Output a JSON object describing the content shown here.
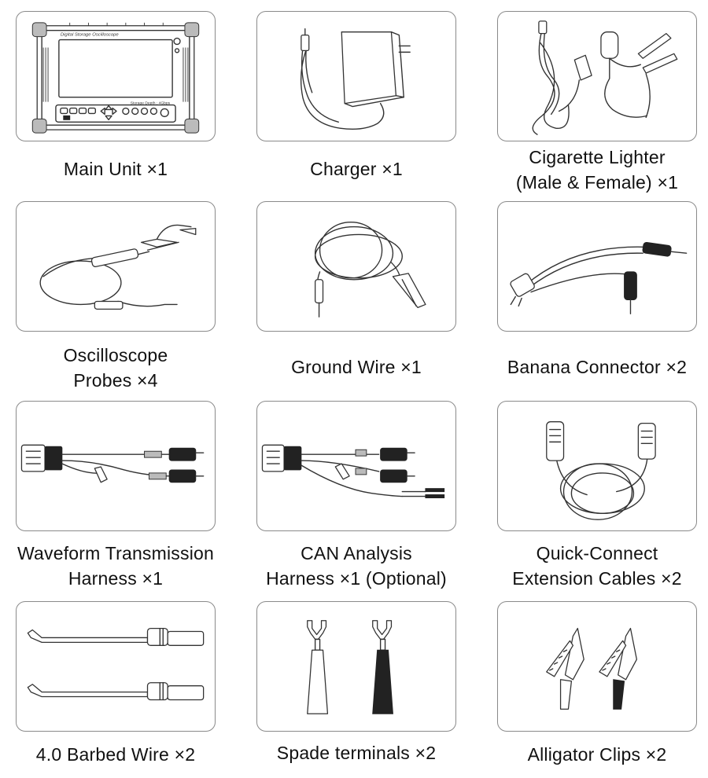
{
  "items": [
    {
      "icon": "oscilloscope-main-unit-icon",
      "lines": [
        "Main Unit ×1"
      ]
    },
    {
      "icon": "charger-icon",
      "lines": [
        "Charger ×1"
      ]
    },
    {
      "icon": "cigarette-lighter-cable-icon",
      "lines": [
        "Cigarette Lighter",
        "(Male & Female) ×1"
      ]
    },
    {
      "icon": "oscilloscope-probe-icon",
      "lines": [
        "Oscilloscope",
        "Probes ×4"
      ]
    },
    {
      "icon": "ground-wire-icon",
      "lines": [
        "Ground Wire ×1"
      ]
    },
    {
      "icon": "banana-connector-icon",
      "lines": [
        "Banana Connector ×2"
      ]
    },
    {
      "icon": "waveform-harness-icon",
      "lines": [
        "Waveform Transmission",
        "Harness ×1"
      ]
    },
    {
      "icon": "can-harness-icon",
      "lines": [
        "CAN Analysis",
        "Harness ×1 (Optional)"
      ]
    },
    {
      "icon": "extension-cable-icon",
      "lines": [
        "Quick-Connect",
        "Extension Cables ×2"
      ]
    },
    {
      "icon": "barbed-wire-icon",
      "lines": [
        "4.0 Barbed Wire ×2"
      ]
    },
    {
      "icon": "spade-terminal-icon",
      "lines": [
        "Spade terminals ×2"
      ]
    },
    {
      "icon": "alligator-clip-icon",
      "lines": [
        "Alligator Clips ×2"
      ]
    }
  ],
  "device": {
    "screen_title": "Digital Storage Oscilloscope",
    "model_text": "Storage Depth : 4Gbps"
  }
}
